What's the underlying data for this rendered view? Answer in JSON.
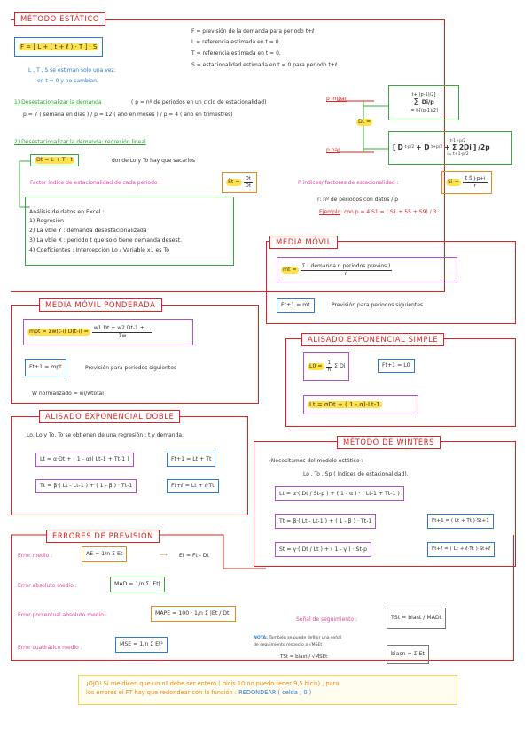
{
  "estatico": {
    "title": "MÉTODO ESTÁTICO",
    "formula": "F = [ L + ( t + ℓ ) · T ] · S",
    "formula_sub_left": "t+ℓ",
    "formula_sub_right": "t+ℓ",
    "def1": "F = previsión de la demanda para periodo t+ℓ",
    "def1_sub": "t+ℓ",
    "def2": "L   = referencia estimada en t = 0.",
    "def3": "T   = referencia estimada en t = 0.",
    "def4": "S   = estacionalidad estimada en t = 0 para periodo t+ℓ",
    "def4_sub": "t+ℓ",
    "note1": "L , T , S se estiman solo una vez:",
    "note2": "en t = 0 y no cambian.",
    "step1": "1) Desestacionalizar la demanda",
    "step1b": "( p = nº de periodos en un ciclo de estacionalidad)",
    "step1c": "p = 7 ( semana en días )  / p = 12 ( año en meses )  / p = 4 ( año en trimestres)",
    "p_impar": "p impar",
    "p_par": "p par",
    "dt_label": "Dt =",
    "impar_top": "t+[(p-1)/2]",
    "impar_sum": "Σ",
    "impar_term": "Di/p",
    "impar_bot": "i= t-[(p-1)/2]",
    "par_term1": "D",
    "par_sub1": "t-p/2",
    "par_plus": "+ D",
    "par_sub2": "t+p/2",
    "par_top": "t-1+p/2",
    "par_sum_term": "+ Σ 2Di",
    "par_bot": "i= t+1-p/2",
    "par_div": "/2p",
    "step2": "2) Desestacionalizar la demanda: regresión lineal",
    "step2_formula": "Dt = L + T · t",
    "step2_text": "donde Lo y To hay que sacarlos",
    "factor_label": "Factor índice de estacionalidad de cada periodo :",
    "factor_formula": "S̄t =",
    "factor_num": "Dt",
    "factor_den": "D̄t",
    "excel_title": "Análisis de datos en Excel :",
    "excel1": "1) Regresión",
    "excel2": "2) La vble Y : demanda desestacionalizada",
    "excel3": "3) La vble X : periodo t que solo tiene demanda desest.",
    "excel4": "4) Coeficientes : Intercepción Lo / Variable x1 es To",
    "pindices": "P índices/ factores de estacionalidad :",
    "pindices_formula": "Si = ",
    "pindices_num": "Σ S̄ j·p+i",
    "pindices_den": "r",
    "pindices_r": "r: nº de periodos con datos / p",
    "ejemplo_label": "Ejemplo",
    "ejemplo": ": con p = 4    S1 = ( S1 + S5 + S9) / 3"
  },
  "movil": {
    "title": "MEDIA MÓVIL",
    "m_label": "mt =",
    "num": "Σ  ( demanda n periodos previos )",
    "den": "n",
    "f_box": "Ft+1 = mt",
    "f_text": "Previsión para periodos siguientes"
  },
  "ponderada": {
    "title": "MEDIA MÓVIL PONDERADA",
    "mp": "mpt = Σw(t-i) D(t-i) =",
    "num": "w1 Dt + w2 Dt-1 + ...",
    "den": "Σw",
    "f_box": "Ft+1 = mpt",
    "f_text": "Previsión para periodos siguientes",
    "w_text": "W normalizado = wi/wtotal"
  },
  "simple": {
    "title": "ALISADO EXPONENCIAL SIMPLE",
    "l0": "L0 =",
    "l0_num": "1",
    "l0_den": "n",
    "l0_sum": "Σ Di",
    "f_box": "Ft+1 = L0",
    "lt": "Lt = αDt + ( 1 - α)·Lt-1"
  },
  "doble": {
    "title": "ALISADO EXPONENCIAL DOBLE",
    "intro": "Lo, Lo y To, To se obtienen de una regresión : t y demanda.",
    "l_formula": "Lt = α·Dt + ( 1 - α)( Lt-1 + Tt-1 )",
    "f1": "Ft+1 = Lt + Tt",
    "t_formula": "Tt = β·( Lt - Lt-1 ) + ( 1 - β ) · Tt-1",
    "f2": "Ft+ℓ = Lt + ℓ·Tt"
  },
  "winters": {
    "title": "MÉTODO DE WINTERS",
    "intro1": "·Necesitamos del modelo estático :",
    "intro2": "Lo , To , Sp ( índices de estacionalidad).",
    "l_formula": "Lt = α·( Dt / St-p ) + ( 1 - α ) · ( Lt-1 + Tt-1 )",
    "t_formula": "Tt = β·( Lt - Lt-1 ) + ( 1 - β ) · Tt-1",
    "f1": "Ft+1 = ( Lt + Tt )·St+1",
    "s_formula": "St = γ·( Dt / Lt ) + ( 1 - γ ) · St-p",
    "f2": "Ft+ℓ = ( Lt + ℓ·Tt )·St+ℓ"
  },
  "errores": {
    "title": "ERRORES DE PREVISIÓN",
    "e1_label": "Error medio :",
    "e1": "AE = 1/n Σ Et",
    "e1_res": "Et = Ft - Dt",
    "e2_label": "Error absoluto medio :",
    "e2": "MAD = 1/n Σ |Et|",
    "e3_label": "Error porcentual absoluto medio :",
    "e3": "MAPE = 100 · 1/n Σ |Et / Dt|",
    "e4_label": "Error cuadrático medio :",
    "e4": "MSE = 1/n Σ Et²",
    "senal_label": "Señal de seguimiento :",
    "senal": "TSt = biast / MADt",
    "nota_bold": "NOTA:",
    "nota": "También se puede definir una señal",
    "nota2": "de seguimiento respecto a √MSEt",
    "ts2": "TSt = biast / √MSEt",
    "bias": "biasn = Σ Et"
  },
  "footer": {
    "line1": "¡OJO! Si me dicen que un nº debe ser entero ( bicis 10 no puedo tener 9,5 bicis) , para",
    "line2": "los errores el FT hay que redondear con la función :",
    "fn": "REDONDEAR ( celda ; 0 )"
  }
}
